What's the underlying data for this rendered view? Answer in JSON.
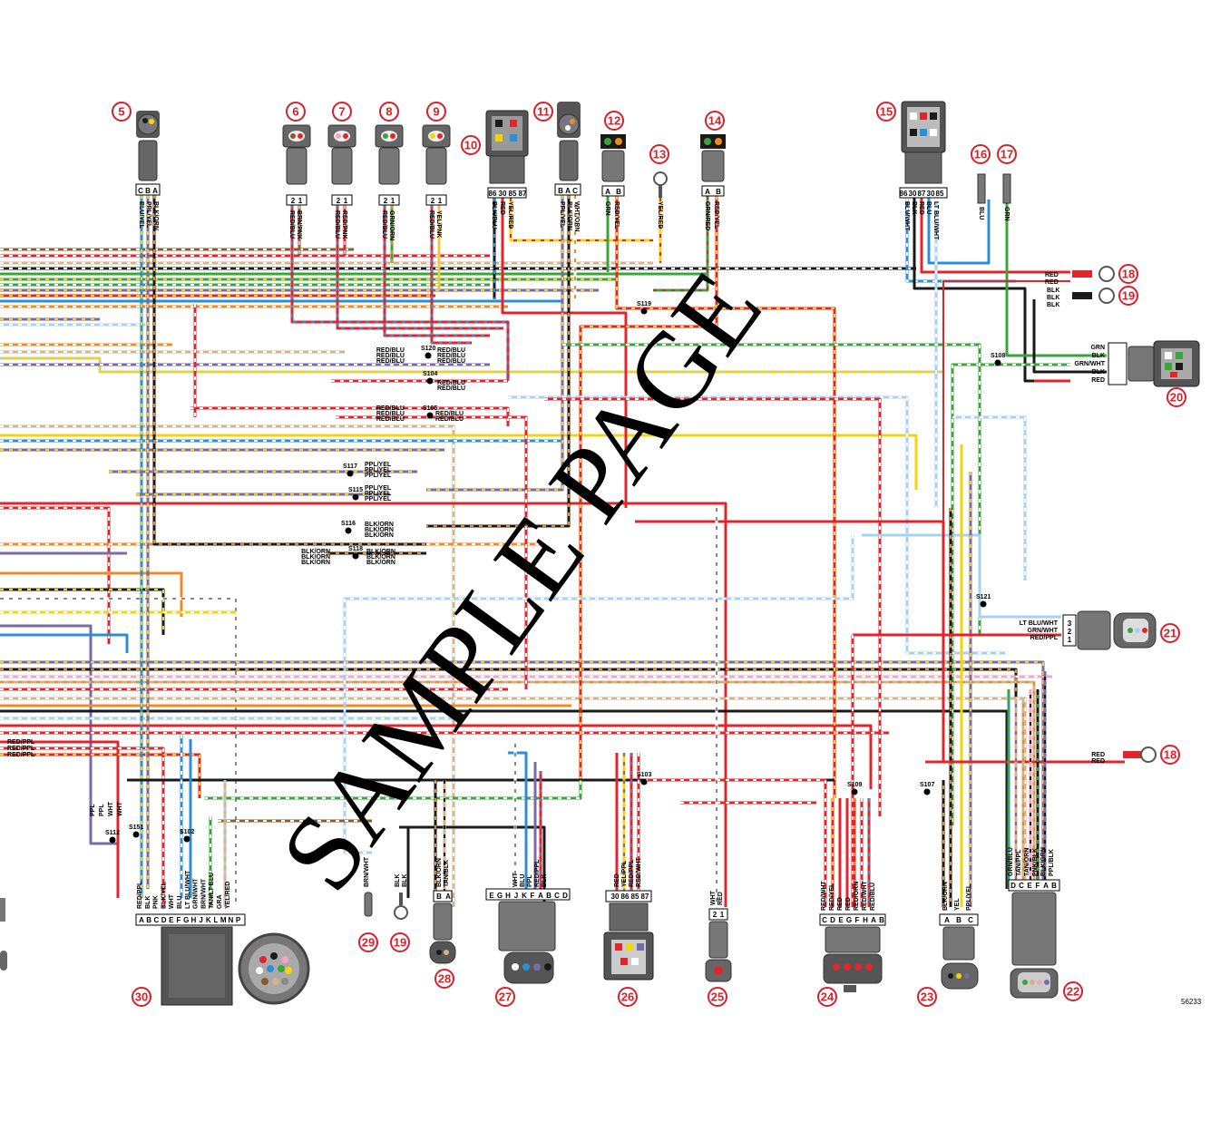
{
  "watermark": "SAMPLE PAGE",
  "figure_id": "56233",
  "colors": {
    "red": "#e0262b",
    "black": "#1a1a1a",
    "green": "#3aa53a",
    "blue": "#2a8fd6",
    "yellow": "#f4d40f",
    "orange": "#f08a24",
    "purple": "#7b6aa8",
    "tan": "#d2b48c",
    "brown": "#8b5a2b",
    "pink": "#f2a6c0",
    "lightblue": "#a8d0f0",
    "white": "#ffffff",
    "gray": "#8a8a8a",
    "callout": "#d8202a"
  },
  "callouts": [
    {
      "id": "5",
      "num": "5"
    },
    {
      "id": "6",
      "num": "6"
    },
    {
      "id": "7",
      "num": "7"
    },
    {
      "id": "8",
      "num": "8"
    },
    {
      "id": "9",
      "num": "9"
    },
    {
      "id": "10",
      "num": "10"
    },
    {
      "id": "11",
      "num": "11"
    },
    {
      "id": "12",
      "num": "12"
    },
    {
      "id": "13",
      "num": "13"
    },
    {
      "id": "14",
      "num": "14"
    },
    {
      "id": "15",
      "num": "15"
    },
    {
      "id": "16",
      "num": "16"
    },
    {
      "id": "17",
      "num": "17"
    },
    {
      "id": "18a",
      "num": "18"
    },
    {
      "id": "19a",
      "num": "19"
    },
    {
      "id": "20",
      "num": "20"
    },
    {
      "id": "21",
      "num": "21"
    },
    {
      "id": "18b",
      "num": "18"
    },
    {
      "id": "22",
      "num": "22"
    },
    {
      "id": "23",
      "num": "23"
    },
    {
      "id": "24",
      "num": "24"
    },
    {
      "id": "25",
      "num": "25"
    },
    {
      "id": "26",
      "num": "26"
    },
    {
      "id": "27",
      "num": "27"
    },
    {
      "id": "28",
      "num": "28"
    },
    {
      "id": "19b",
      "num": "19"
    },
    {
      "id": "29",
      "num": "29"
    },
    {
      "id": "30",
      "num": "30"
    }
  ],
  "wire_labels": {
    "c5": [
      "BLU/YEL",
      "PPL/YEL",
      "BLK/ORN"
    ],
    "c6": [
      "RED/BLU",
      "BRN/PNK"
    ],
    "c7": [
      "RED/BLU",
      "RED/PNK"
    ],
    "c8": [
      "RED/BLU",
      "GRN/ORN"
    ],
    "c9": [
      "RED/BLU",
      "YEL/PNK"
    ],
    "c10": [
      "BLK/BLU",
      "RED",
      "YEL/RED"
    ],
    "c11": [
      "PPL/YEL",
      "BLK/ORN",
      "WHT/ORN"
    ],
    "c12": [
      "GRN",
      "RED/YEL"
    ],
    "c13": [
      "YEL/RED"
    ],
    "c14": [
      "GRN/RED",
      "RED/YEL"
    ],
    "c15": [
      "BLU/WHT",
      "BLK",
      "RED",
      "BLU",
      "LT BLU/WHT"
    ],
    "c16": [
      "BLU"
    ],
    "c17": [
      "GRN"
    ],
    "c18a": [
      "RED",
      "RED"
    ],
    "c19a": [
      "BLK",
      "BLK",
      "BLK"
    ],
    "c20": [
      "GRN",
      "BLK",
      "GRN/WHT",
      "BLK",
      "RED"
    ],
    "c21": [
      "LT BLU/WHT",
      "GRN/WHT",
      "RED/PPL"
    ],
    "c18b": [
      "RED",
      "RED"
    ],
    "c22": [
      "GRN/BLU",
      "TAN/PPL",
      "TAN/ORN",
      "PNK/BLK",
      "BLK/GRN",
      "PPL/BLK"
    ],
    "c23": [
      "BLK/ORN",
      "YEL",
      "PPL/YEL"
    ],
    "c24": [
      "RED/WHT",
      "RED/YEL",
      "RED",
      "RED",
      "RED/ORN",
      "RED/WHT",
      "RED/BLU"
    ],
    "c25": [
      "WHT",
      "RED"
    ],
    "c26": [
      "RED",
      "YEL/PPL",
      "RED/PPL",
      "RED/WHT"
    ],
    "c27": [
      "WHT",
      "BLU",
      "PPL",
      "RED/PPL",
      "BLK"
    ],
    "c28": [
      "BLK/ORN",
      "TAN/BLK"
    ],
    "c19b": [
      "BLK",
      "BLK"
    ],
    "c29": [
      "BRN/WHT"
    ],
    "c30": [
      "RED/PPL",
      "BLK",
      "PNK",
      "BLK/YEL",
      "WHT",
      "BLU",
      "LT BLU/WHT",
      "GRN/WHT",
      "BRN/WHT",
      "TAN/LT BLU",
      "GRA",
      "YEL/RED"
    ],
    "left_stub": [
      "RED/PPL",
      "RED/PPL",
      "RED/PPL"
    ],
    "c30_top": [
      "PPL",
      "PPL",
      "WHT",
      "WHT"
    ]
  },
  "splice_bundles": {
    "s120_left": [
      "RED/BLU",
      "RED/BLU",
      "RED/BLU"
    ],
    "s120_right": [
      "RED/BLU",
      "RED/BLU",
      "RED/BLU"
    ],
    "s104": [
      "RED/BLU",
      "RED/BLU"
    ],
    "s105_left": [
      "RED/BLU",
      "RED/BLU",
      "RED/BLU"
    ],
    "s105_right": [
      "RED/BLU",
      "RED/BLU"
    ],
    "s117": [
      "PPL/YEL",
      "PPL/YEL",
      "PPL/YEL"
    ],
    "s115": [
      "PPL/YEL",
      "PPL/YEL",
      "PPL/YEL"
    ],
    "s116": [
      "BLK/ORN",
      "BLK/ORN",
      "BLK/ORN"
    ],
    "s118_left": [
      "BLK/ORN",
      "BLK/ORN",
      "BLK/ORN"
    ],
    "s118_right": [
      "BLK/ORN",
      "BLK/ORN",
      "BLK/ORN"
    ]
  },
  "pin_labels": {
    "c5": [
      "C",
      "B",
      "A"
    ],
    "c6": [
      "2",
      "1"
    ],
    "c7": [
      "2",
      "1"
    ],
    "c8": [
      "2",
      "1"
    ],
    "c9": [
      "2",
      "1"
    ],
    "c10": [
      "86",
      "30",
      "85",
      "87"
    ],
    "c11": [
      "B",
      "A",
      "C"
    ],
    "c12": [
      "A",
      "B"
    ],
    "c14": [
      "A",
      "B"
    ],
    "c15": [
      "86",
      "30",
      "87",
      "30",
      "85"
    ],
    "c21": [
      "3",
      "2",
      "1"
    ],
    "c22": [
      "D",
      "C",
      "E",
      "F",
      "A",
      "B"
    ],
    "c23": [
      "A",
      "B",
      "C"
    ],
    "c24": [
      "C",
      "D",
      "E",
      "G",
      "F",
      "H",
      "A",
      "B"
    ],
    "c25": [
      "2",
      "1"
    ],
    "c26": [
      "30",
      "86",
      "85",
      "87"
    ],
    "c27": [
      "E",
      "G",
      "H",
      "J",
      "K",
      "F",
      "A",
      "B",
      "C",
      "D"
    ],
    "c28": [
      "B",
      "A"
    ],
    "c30": [
      "A",
      "B",
      "C",
      "D",
      "E",
      "F",
      "G",
      "H",
      "J",
      "K",
      "L",
      "M",
      "N",
      "P"
    ]
  },
  "splices": [
    "S120",
    "S104",
    "S105",
    "S117",
    "S115",
    "S116",
    "S118",
    "S119",
    "S108",
    "S121",
    "S103",
    "S109",
    "S107",
    "S112",
    "S151",
    "S102"
  ]
}
